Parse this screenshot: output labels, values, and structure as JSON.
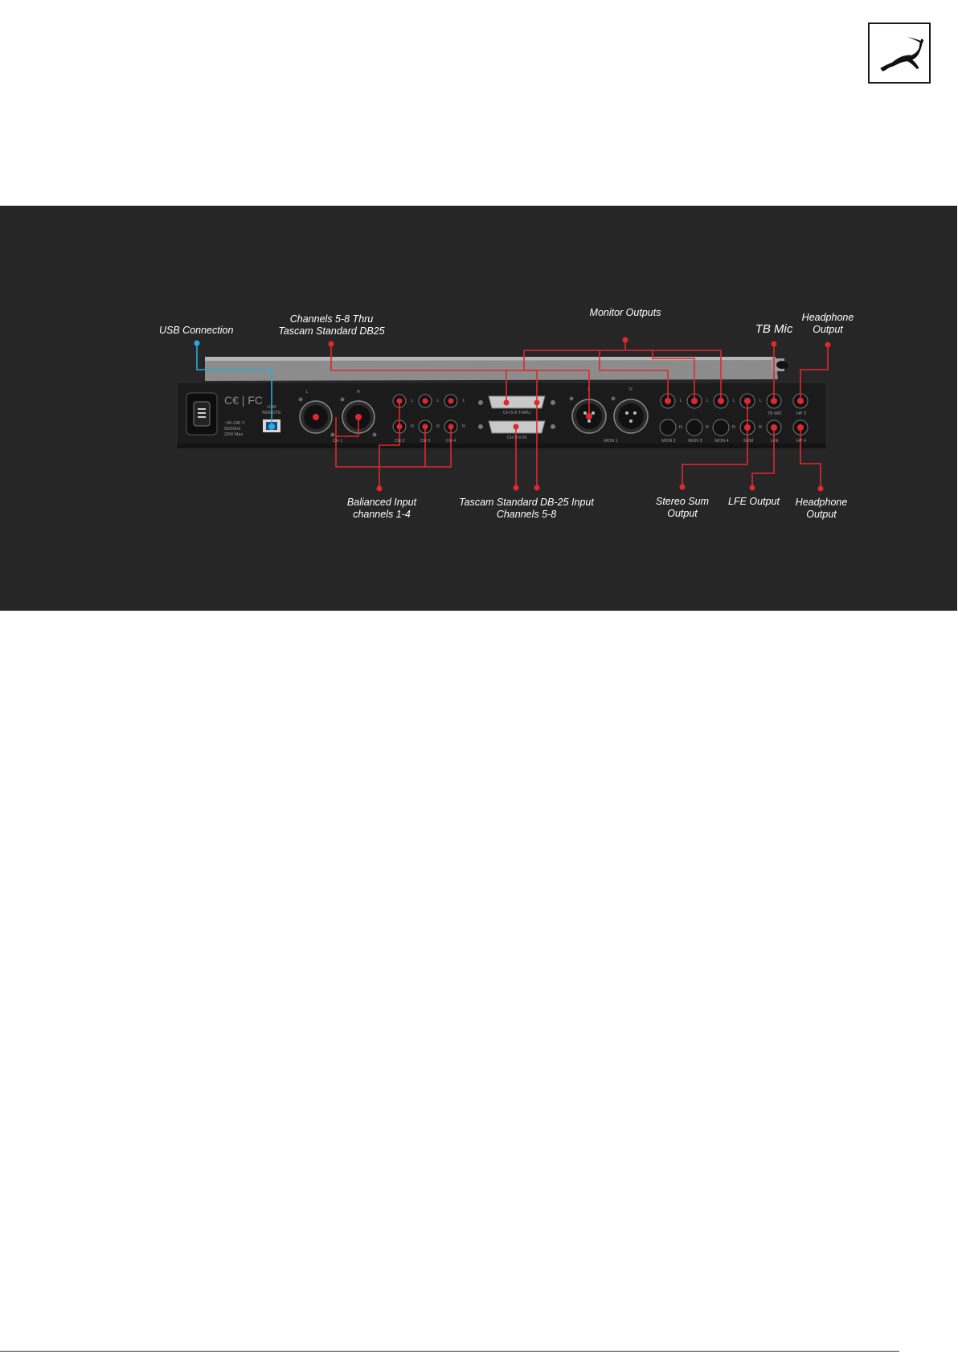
{
  "callouts": {
    "usb_connection": "USB Connection",
    "channels_thru_line1": "Channels 5-8 Thru",
    "channels_thru_line2": "Tascam Standard DB25",
    "monitor_outputs": "Monitor Outputs",
    "tb_mic": "TB Mic",
    "headphone_top_line1": "Headphone",
    "headphone_top_line2": "Output",
    "balanced_input_line1": "Balianced Input",
    "balanced_input_line2": "channels 1-4",
    "tascam_input_line1": "Tascam Standard DB-25 Input",
    "tascam_input_line2": "Channels 5-8",
    "stereo_sum_line1": "Stereo Sum",
    "stereo_sum_line2": "Output",
    "lfe_output": "LFE Output",
    "headphone_bottom_line1": "Headphone",
    "headphone_bottom_line2": "Output"
  },
  "panel_print": {
    "power_line1": "~90-240 V",
    "power_line2": "50/60Hz",
    "power_line3": "20W Max",
    "usb_line1": "USB",
    "usb_line2": "REMOTE",
    "ch1": "CH 1",
    "ch2": "CH 2",
    "ch3": "CH 3",
    "ch4": "CH 4",
    "db25_thru": "CH 5-8 THRU",
    "db25_in": "CH 5-8 IN",
    "mon1": "MON 1",
    "mon2": "MON 2",
    "mon3": "MON 3",
    "mon4": "MON 4",
    "sum": "SUM",
    "lfe": "LFE",
    "tb_mic": "TB MIC",
    "hp3": "HP 3",
    "hp4": "HP 4",
    "l": "L",
    "r": "R"
  },
  "colors": {
    "panel_background": "#262626",
    "callout_line_red": "#e0282e",
    "callout_line_blue": "#2aa8e0",
    "device_body": "#1b1b1b",
    "text": "#ffffff"
  },
  "icons": {
    "logo": "antelope-icon",
    "power": "iec-power-inlet-icon",
    "usb": "usb-b-port-icon",
    "xlr": "xlr-connector-icon",
    "trs": "trs-jack-icon",
    "db25": "db25-connector-icon"
  }
}
